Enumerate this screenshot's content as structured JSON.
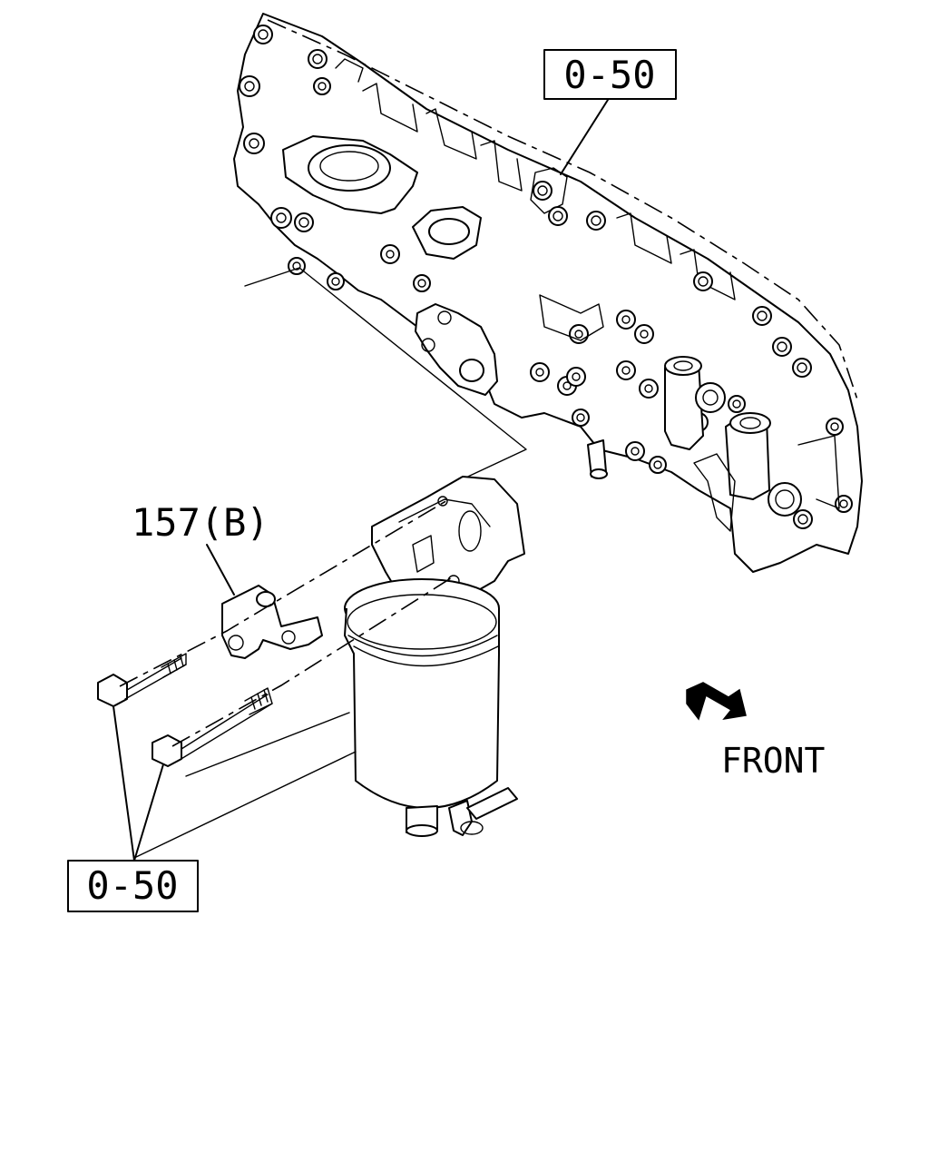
{
  "labels": {
    "ref_top": "0-50",
    "ref_bottom": "0-50",
    "bracket_part": "157(B)",
    "direction": "FRONT"
  },
  "icons": {
    "front_arrow": "front-direction-arrow-icon"
  }
}
